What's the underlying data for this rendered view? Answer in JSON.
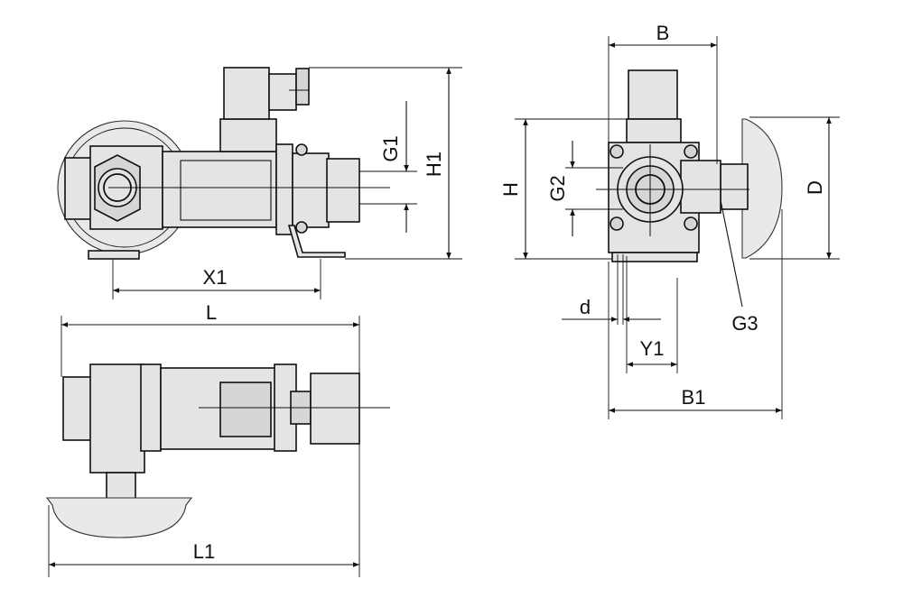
{
  "colors": {
    "ink": "#111111",
    "body_fill": "#e4e4e4",
    "body_fill_dark": "#d6d6d6",
    "background": "#ffffff"
  },
  "dimensions": {
    "G1": "G1",
    "H1": "H1",
    "X1": "X1",
    "L": "L",
    "L1": "L1",
    "B": "B",
    "H": "H",
    "G2": "G2",
    "D": "D",
    "d": "d",
    "G3": "G3",
    "Y1": "Y1",
    "B1": "B1"
  },
  "views": [
    "side-view",
    "top-view",
    "front-view"
  ]
}
